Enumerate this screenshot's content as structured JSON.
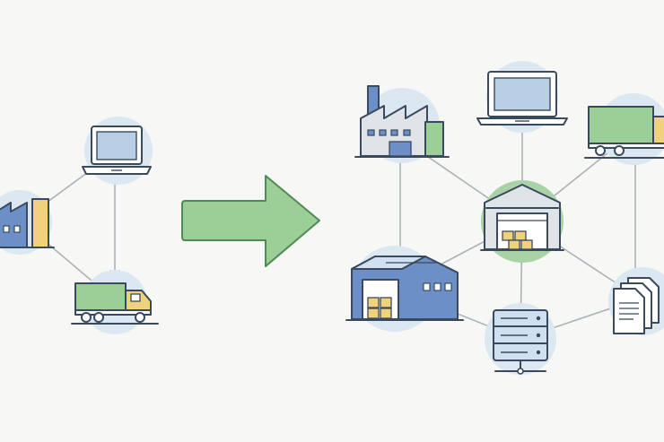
{
  "diagram": {
    "left_network": {
      "nodes": [
        {
          "id": "factory",
          "icon": "factory-icon"
        },
        {
          "id": "laptop",
          "icon": "laptop-icon"
        },
        {
          "id": "truck",
          "icon": "delivery-truck-icon"
        }
      ],
      "edges": [
        [
          "factory",
          "laptop"
        ],
        [
          "laptop",
          "truck"
        ],
        [
          "factory",
          "truck"
        ]
      ]
    },
    "arrow": {
      "icon": "right-arrow-icon",
      "direction": "right"
    },
    "right_network": {
      "nodes": [
        {
          "id": "factory",
          "icon": "factory-icon"
        },
        {
          "id": "laptop",
          "icon": "laptop-icon"
        },
        {
          "id": "truck",
          "icon": "delivery-truck-icon"
        },
        {
          "id": "warehouse-hub",
          "icon": "warehouse-icon",
          "highlighted": true
        },
        {
          "id": "warehouse",
          "icon": "warehouse-large-icon"
        },
        {
          "id": "documents",
          "icon": "documents-icon"
        },
        {
          "id": "server",
          "icon": "server-icon"
        }
      ],
      "edges": [
        [
          "factory",
          "warehouse-hub"
        ],
        [
          "laptop",
          "warehouse-hub"
        ],
        [
          "truck",
          "warehouse-hub"
        ],
        [
          "warehouse",
          "warehouse-hub"
        ],
        [
          "server",
          "warehouse-hub"
        ],
        [
          "documents",
          "warehouse-hub"
        ],
        [
          "factory",
          "warehouse"
        ],
        [
          "truck",
          "documents"
        ],
        [
          "warehouse",
          "server"
        ],
        [
          "server",
          "documents"
        ]
      ]
    },
    "colors": {
      "background": "#f7f7f5",
      "node_circle": "#dbe8f1",
      "hub_circle": "#a9d3a6",
      "line": "#aab2b8",
      "outline": "#3a4a5c",
      "green": "#9ccf98",
      "blue": "#6b8fc6",
      "light_blue": "#cfe0f1",
      "yellow": "#f0d27c",
      "gray": "#dfe4e8"
    }
  }
}
